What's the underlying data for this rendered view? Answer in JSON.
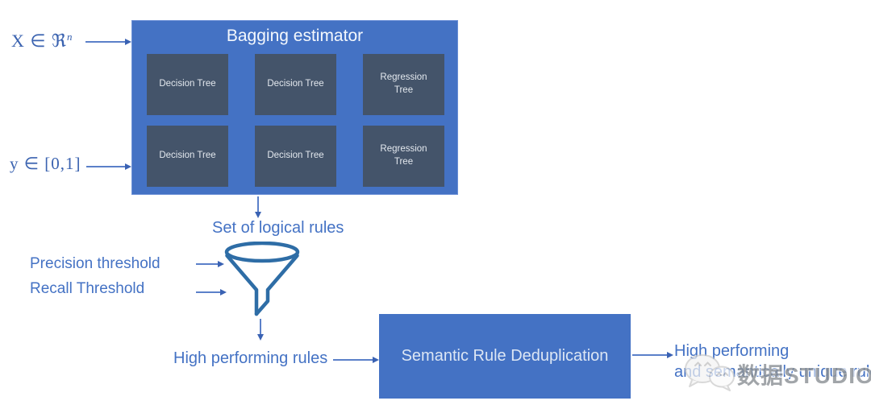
{
  "colors": {
    "primary_blue": "#4472C4",
    "dark_slate": "#44546A",
    "text_blue": "#4472C4",
    "math_blue": "#3B63B0",
    "funnel_stroke": "#2E6DA6",
    "box_text": "#F4F8FD",
    "watermark_gray": "#8A8F94"
  },
  "inputs": {
    "x_label_base": "X  ∈  ℜ",
    "x_label_sup": "n",
    "y_label": "y  ∈ [0,1]"
  },
  "bagging": {
    "title": "Bagging estimator",
    "trees": [
      "Decision Tree",
      "Decision Tree",
      "Regression\nTree",
      "Decision Tree",
      "Decision Tree",
      "Regression\nTree"
    ]
  },
  "filtering": {
    "set_label": "Set of logical rules",
    "precision_label": "Precision threshold",
    "recall_label": "Recall Threshold",
    "funnel_icon": "funnel-icon"
  },
  "output": {
    "high_rules_label": "High performing rules",
    "dedup_box_label": "Semantic Rule Deduplication",
    "result_line1": "High performing",
    "result_line2": "and semantically unique rules"
  },
  "watermark": {
    "icon": "wechat-icon",
    "text": "数据STUDIO"
  }
}
